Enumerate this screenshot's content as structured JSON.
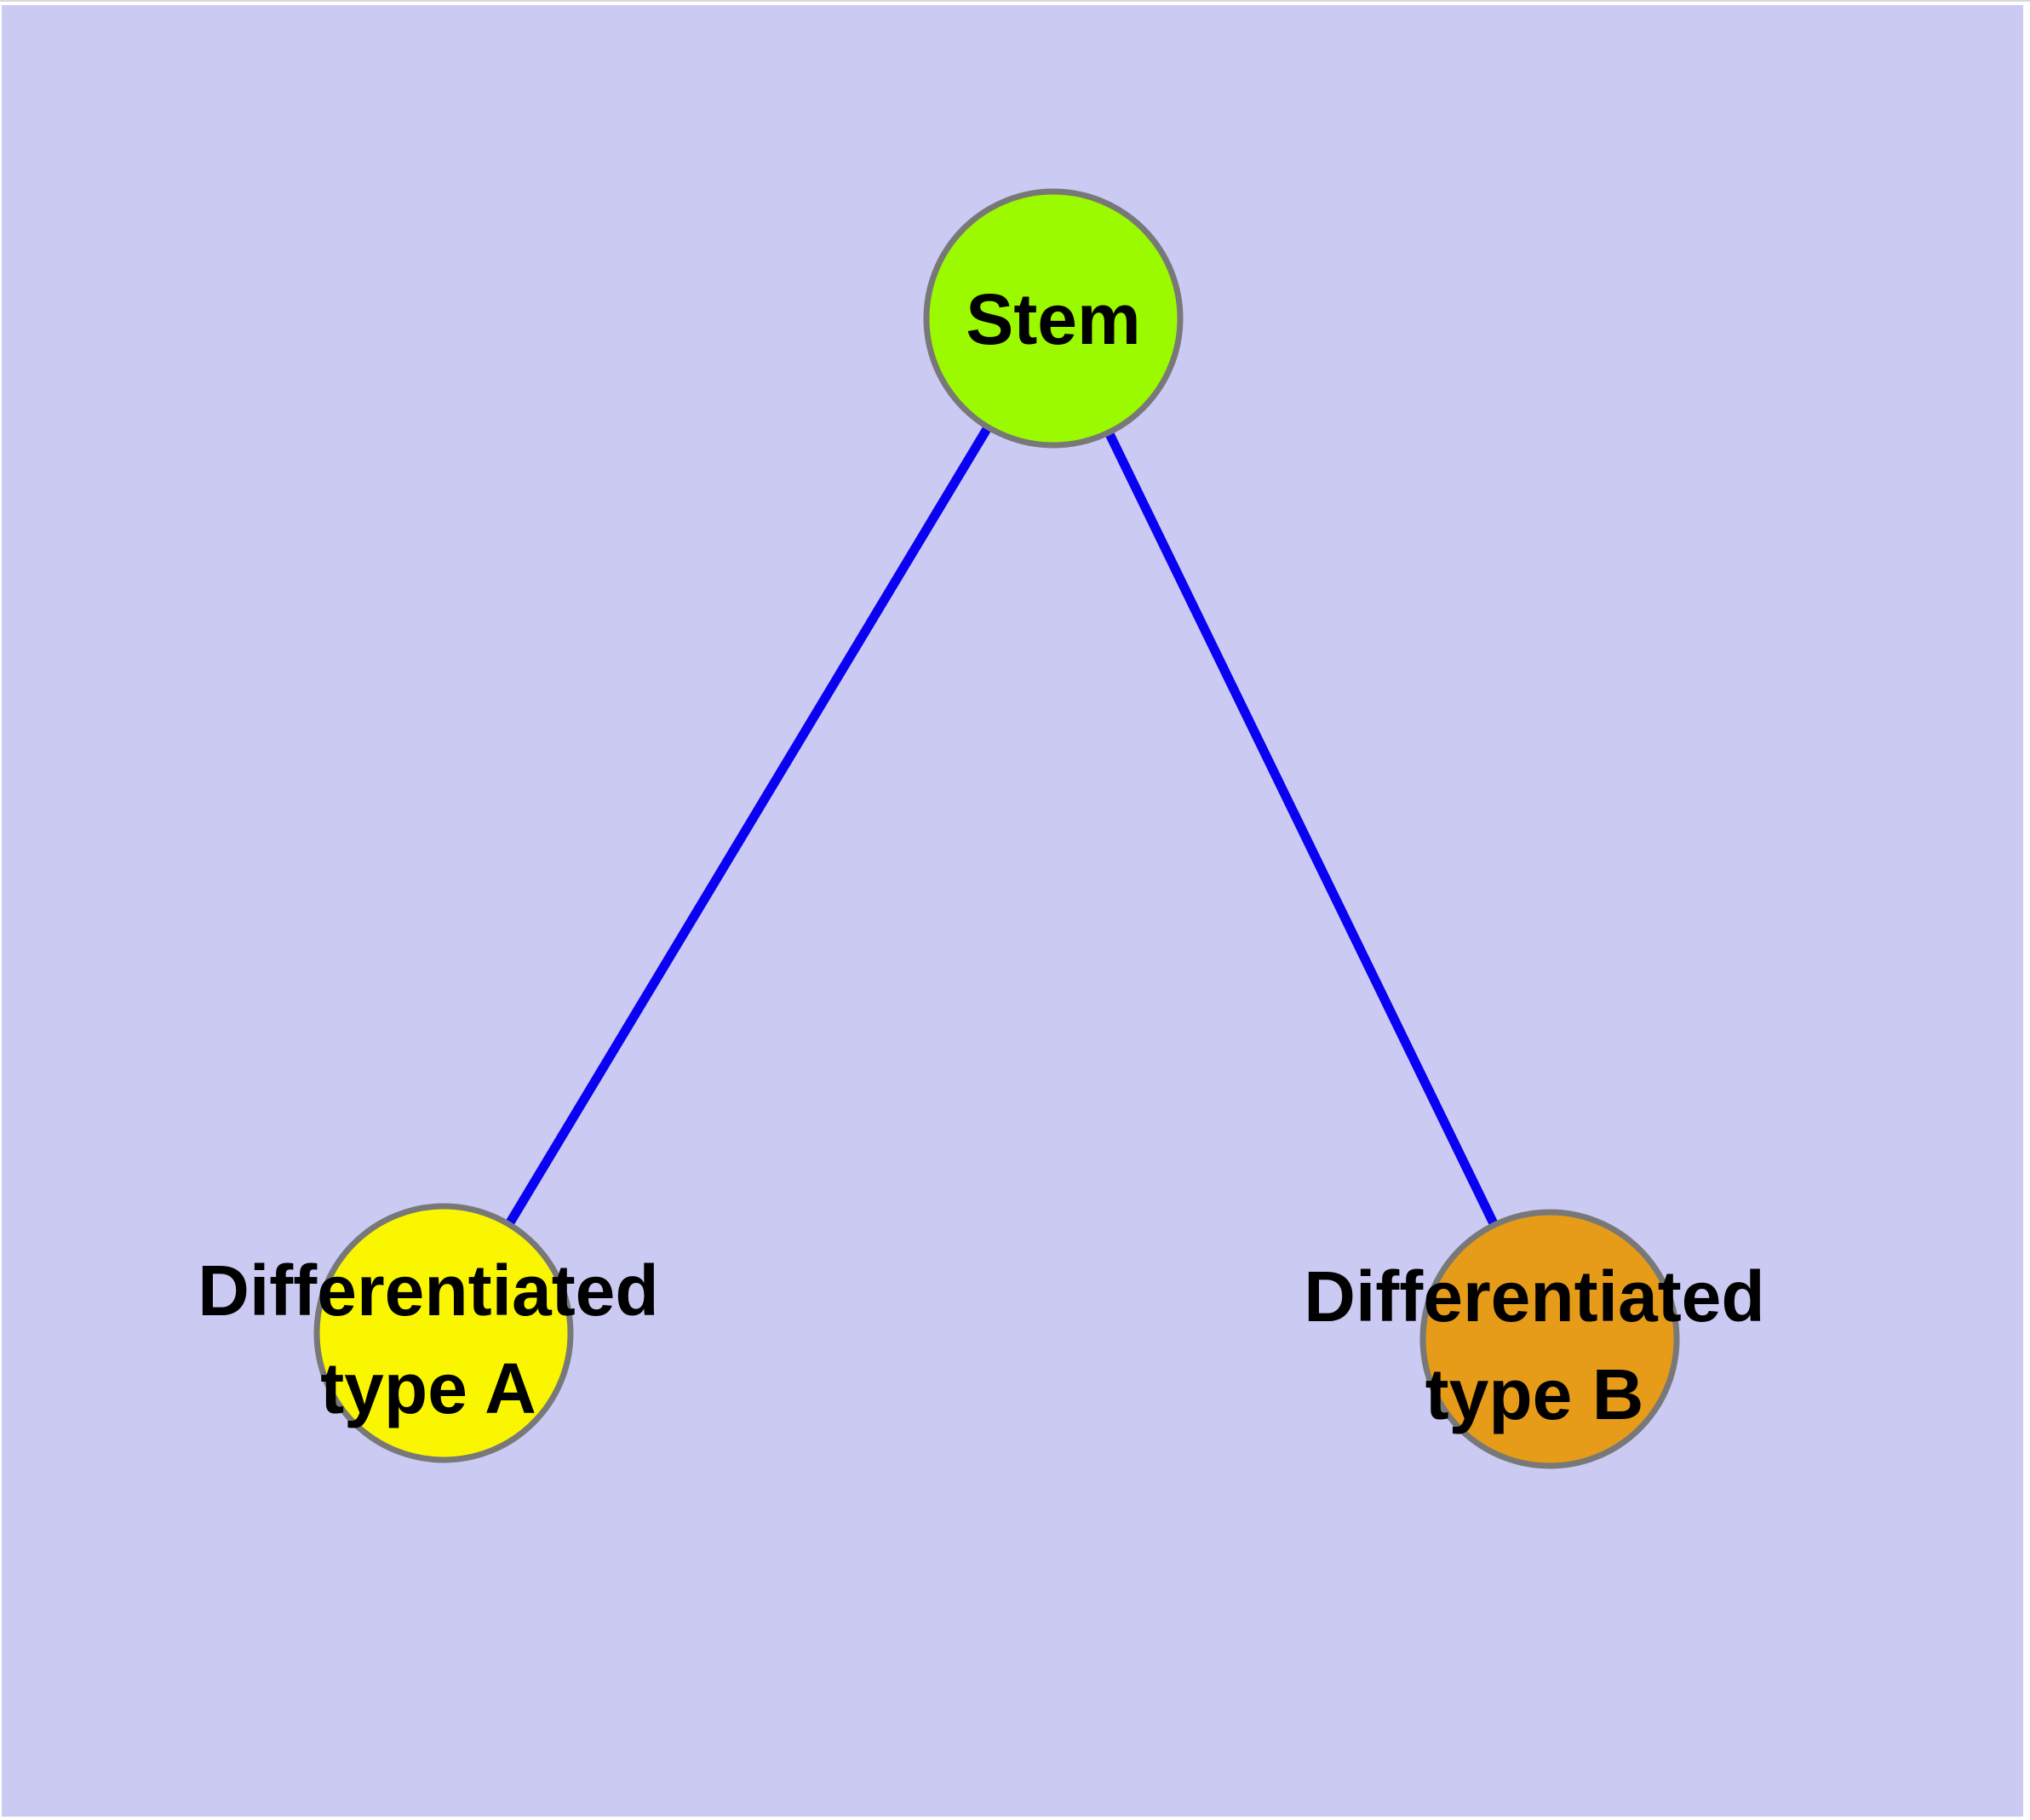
{
  "diagram": {
    "background_color": "#cacaf3",
    "frame_color": "#ffffff",
    "edge_color": "#0a00f2",
    "node_border_color": "#787878",
    "text_color": "#000000",
    "nodes": [
      {
        "id": "stem",
        "label": "Stem",
        "fill_color": "#9bf900"
      },
      {
        "id": "differentiated-type-a",
        "label": "Differentiated type A",
        "label_line1": "Differentiated",
        "label_line2": "type A",
        "fill_color": "#faf600"
      },
      {
        "id": "differentiated-type-b",
        "label": "Differentiated type B",
        "label_line1": "Differentiated",
        "label_line2": "type B",
        "fill_color": "#e69c19"
      }
    ],
    "edges": [
      {
        "from": "Stem",
        "to": "Differentiated type A"
      },
      {
        "from": "Stem",
        "to": "Differentiated type B"
      }
    ]
  }
}
